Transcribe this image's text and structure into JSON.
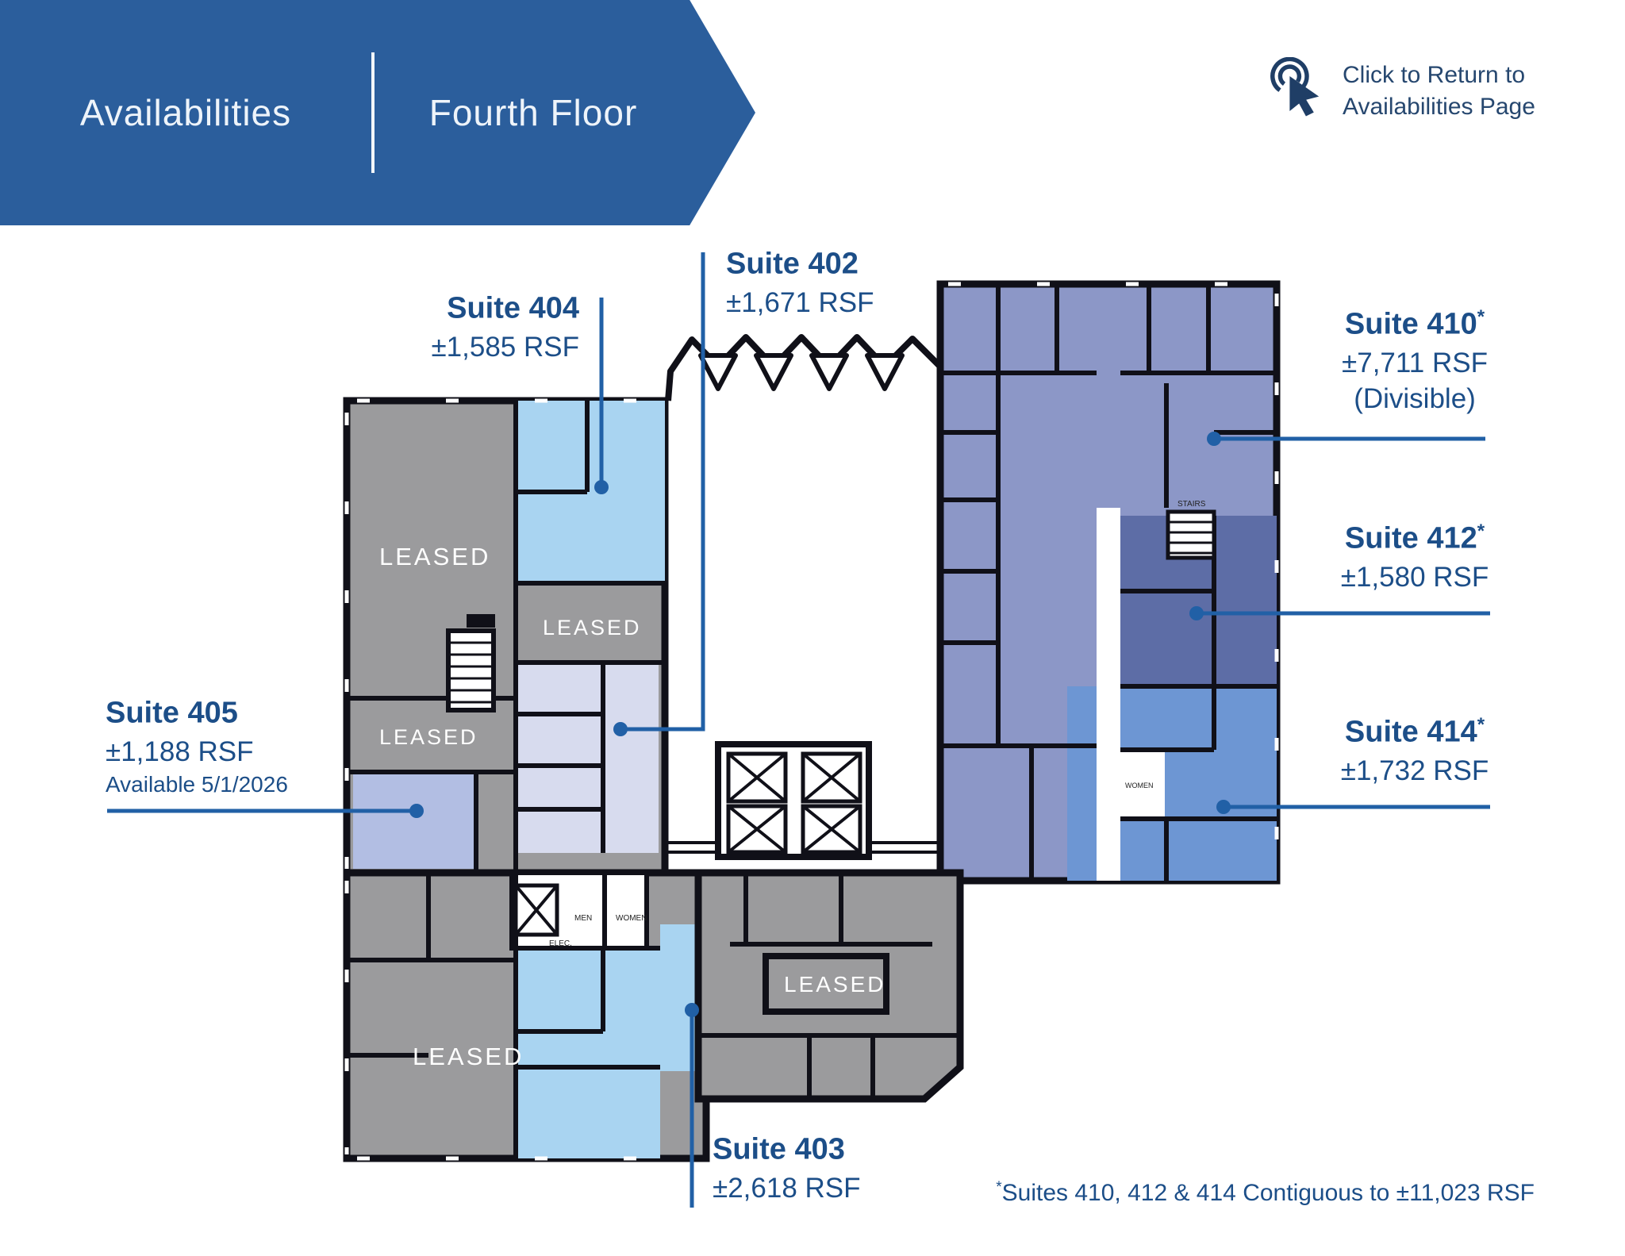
{
  "header": {
    "banner": {
      "left_label": "Availabilities",
      "right_label": "Fourth Floor"
    },
    "return_link": {
      "line1": "Click to Return to",
      "line2": "Availabilities Page"
    }
  },
  "suites": {
    "s404": {
      "name": "Suite 404",
      "sup": "",
      "rsf": "±1,585 RSF",
      "note": ""
    },
    "s402": {
      "name": "Suite 402",
      "sup": "",
      "rsf": "±1,671 RSF",
      "note": ""
    },
    "s405": {
      "name": "Suite 405",
      "sup": "",
      "rsf": "±1,188 RSF",
      "note": "Available 5/1/2026"
    },
    "s410": {
      "name": "Suite 410",
      "sup": "*",
      "rsf": "±7,711 RSF",
      "note": "(Divisible)"
    },
    "s412": {
      "name": "Suite 412",
      "sup": "*",
      "rsf": "±1,580 RSF",
      "note": ""
    },
    "s414": {
      "name": "Suite 414",
      "sup": "*",
      "rsf": "±1,732 RSF",
      "note": ""
    },
    "s403": {
      "name": "Suite 403",
      "sup": "",
      "rsf": "±2,618 RSF",
      "note": ""
    }
  },
  "plan_labels": {
    "leased": "LEASED",
    "men": "MEN",
    "women": "WOMEN",
    "elec": "ELEC.",
    "stairs": "STAIRS"
  },
  "footnote": {
    "sup": "*",
    "text": "Suites 410, 412 & 414 Contiguous to ±11,023 RSF"
  },
  "colors": {
    "banner_blue": "#2b5e9c",
    "label_navy": "#1c4e88",
    "leader_blue": "#2160a6",
    "leased_gray": "#9b9b9d",
    "suite_404_403_blue": "#a9d4f1",
    "suite_402_lavender": "#d7dbee",
    "suite_405_periwinkle": "#b2bee3",
    "suite_410_purple": "#8c97c7",
    "suite_412_slate": "#5d6da6",
    "suite_414_blue": "#6d96d3",
    "wall_black": "#101018"
  }
}
